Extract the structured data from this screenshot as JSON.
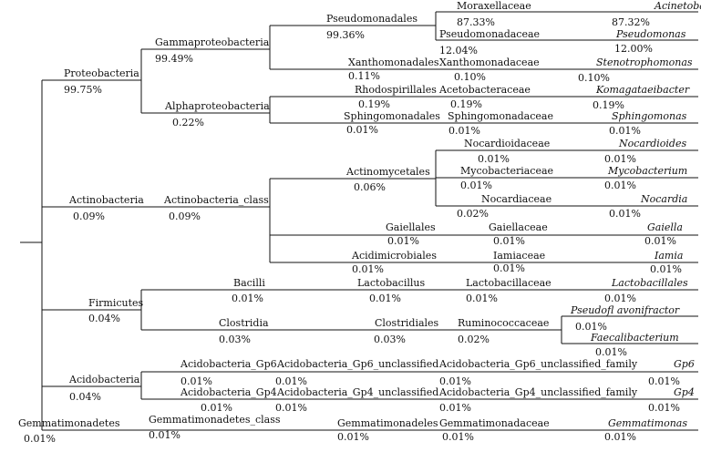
{
  "lines": {
    "l1": {
      "proteobacteria": {
        "name": "Proteobacteria",
        "value": "99.75%"
      },
      "actinobacteria": {
        "name": "Actinobacteria",
        "value": "0.09%"
      },
      "firmicutes": {
        "name": "Firmicutes",
        "value": "0.04%"
      },
      "acidobacteria": {
        "name": "Acidobacteria",
        "value": "0.04%"
      },
      "gemmatimonadetes": {
        "name": "Gemmatimonadetes",
        "value": "0.01%"
      }
    },
    "l2": {
      "gammaproteobacteria": {
        "name": "Gammaproteobacteria",
        "value": "99.49%"
      },
      "alphaproteobacteria": {
        "name": "Alphaproteobacteria",
        "value": "0.22%"
      },
      "actinobacteria_class": {
        "name": "Actinobacteria_class",
        "value": "0.09%"
      },
      "bacilli": {
        "name": "Bacilli",
        "value": "0.01%"
      },
      "clostridia": {
        "name": "Clostridia",
        "value": "0.03%"
      },
      "acidobacteria_gp6": {
        "name": "Acidobacteria_Gp6",
        "value": "0.01%"
      },
      "acidobacteria_gp4": {
        "name": "Acidobacteria_Gp4",
        "value": "0.01%"
      },
      "gemmatimonadetes_class": {
        "name": "Gemmatimonadetes_class",
        "value": "0.01%"
      }
    },
    "l3": {
      "pseudomonadales": {
        "name": "Pseudomonadales",
        "value": "99.36%"
      },
      "xanthomonadales": {
        "name": "Xanthomonadales",
        "value": "0.11%"
      },
      "rhodospirillales": {
        "name": "Rhodospirillales",
        "value": "0.19%"
      },
      "sphingomonadales": {
        "name": "Sphingomonadales",
        "value": "0.01%"
      },
      "actinomycetales": {
        "name": "Actinomycetales",
        "value": "0.06%"
      },
      "gaiellales": {
        "name": "Gaiellales",
        "value": "0.01%"
      },
      "acidimicrobiales": {
        "name": "Acidimicrobiales",
        "value": "0.01%"
      },
      "lactobacillus": {
        "name": "Lactobacillus",
        "value": "0.01%"
      },
      "clostridiales": {
        "name": "Clostridiales",
        "value": "0.03%"
      },
      "gp6_unclassified": {
        "name": "Acidobacteria_Gp6_unclassified",
        "value": "0.01%"
      },
      "gp4_unclassified": {
        "name": "Acidobacteria_Gp4_unclassified",
        "value": "0.01%"
      },
      "gemmatimonadeles": {
        "name": "Gemmatimonadeles",
        "value": "0.01%"
      }
    },
    "l4": {
      "moraxellaceae": {
        "name": "Moraxellaceae",
        "value": "87.33%"
      },
      "pseudomonadaceae": {
        "name": "Pseudomonadaceae",
        "value": "12.04%"
      },
      "xanthomonadaceae": {
        "name": "Xanthomonadaceae",
        "value": "0.10%"
      },
      "acetobacteraceae": {
        "name": "Acetobacteraceae",
        "value": "0.19%"
      },
      "sphingomonadaceae": {
        "name": "Sphingomonadaceae",
        "value": "0.01%"
      },
      "nocardioidaceae": {
        "name": "Nocardioidaceae",
        "value": "0.01%"
      },
      "mycobacteriaceae": {
        "name": "Mycobacteriaceae",
        "value": "0.01%"
      },
      "nocardiaceae": {
        "name": "Nocardiaceae",
        "value": "0.02%"
      },
      "gaiellaceae": {
        "name": "Gaiellaceae",
        "value": "0.01%"
      },
      "iamiaceae": {
        "name": "Iamiaceae",
        "value": "0.01%"
      },
      "lactobacillaceae": {
        "name": "Lactobacillaceae",
        "value": "0.01%"
      },
      "ruminococcaceae": {
        "name": "Ruminococcaceae",
        "value": "0.02%"
      },
      "gp6_unclassified_family": {
        "name": "Acidobacteria_Gp6_unclassified_family",
        "value": "0.01%"
      },
      "gp4_unclassified_family": {
        "name": "Acidobacteria_Gp4_unclassified_family",
        "value": "0.01%"
      },
      "gemmatimonadaceae": {
        "name": "Gemmatimonadaceae",
        "value": "0.01%"
      }
    },
    "l5": {
      "acinetobacter": {
        "name": "Acinetobacter",
        "value": "87.32%"
      },
      "pseudomonas": {
        "name": "Pseudomonas",
        "value": "12.00%"
      },
      "stenotrophomonas": {
        "name": "Stenotrophomonas",
        "value": "0.10%"
      },
      "komagataeibacter": {
        "name": "Komagataeibacter",
        "value": "0.19%"
      },
      "sphingomonas": {
        "name": "Sphingomonas",
        "value": "0.01%"
      },
      "nocardioides": {
        "name": "Nocardioides",
        "value": "0.01%"
      },
      "mycobacterium": {
        "name": "Mycobacterium",
        "value": "0.01%"
      },
      "nocardia": {
        "name": "Nocardia",
        "value": "0.01%"
      },
      "gaiella": {
        "name": "Gaiella",
        "value": "0.01%"
      },
      "iamia": {
        "name": "Iamia",
        "value": "0.01%"
      },
      "lactobacillales": {
        "name": "Lactobacillales",
        "value": "0.01%"
      },
      "gp6": {
        "name": "Gp6",
        "value": "0.01%"
      },
      "gp4": {
        "name": "Gp4",
        "value": "0.01%"
      },
      "gemmatimonas": {
        "name": "Gemmatimonas",
        "value": "0.01%"
      }
    },
    "ruminococcaceae_genera": {
      "pseudoflavonifractor": {
        "name": "Pseudofl avonifractor",
        "value": "0.01%"
      },
      "faecalibacterium": {
        "name": "Faecalibacterium",
        "value": "0.01%"
      }
    }
  }
}
